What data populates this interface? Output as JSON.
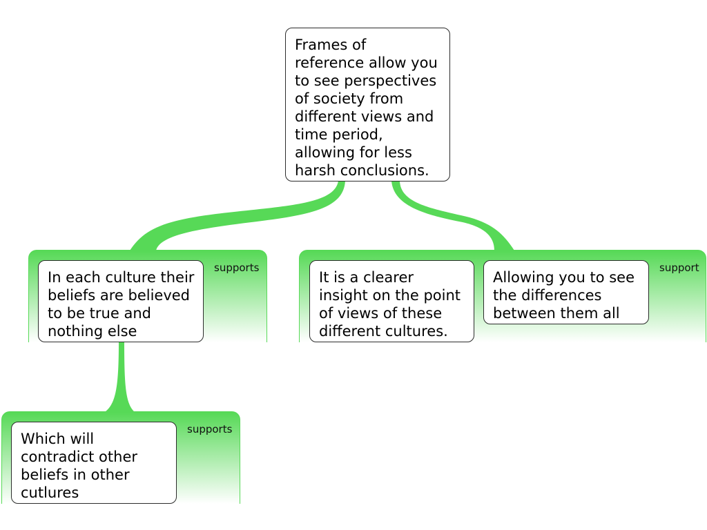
{
  "colors": {
    "connector": "#57d957",
    "panel_top": "#57d957",
    "panel_bottom": "#ffffff",
    "node_border": "#2b2b2b"
  },
  "root": {
    "text": "Frames of\nreference allow you\nto see perspectives\nof society from\ndifferent views and\ntime period,\nallowing for less\nharsh conclusions."
  },
  "groups": [
    {
      "label": "supports",
      "reasons": [
        {
          "text": "In each culture their\nbeliefs are believed\nto be true and\nnothing else"
        }
      ]
    },
    {
      "label": "support",
      "reasons": [
        {
          "text": "It is a clearer\ninsight on the point\nof views of these\ndifferent cultures."
        },
        {
          "text": "Allowing you to see\nthe differences\nbetween them all"
        }
      ]
    },
    {
      "label": "supports",
      "reasons": [
        {
          "text": "Which will\ncontradict other\nbeliefs in other\ncutlures"
        }
      ]
    }
  ]
}
